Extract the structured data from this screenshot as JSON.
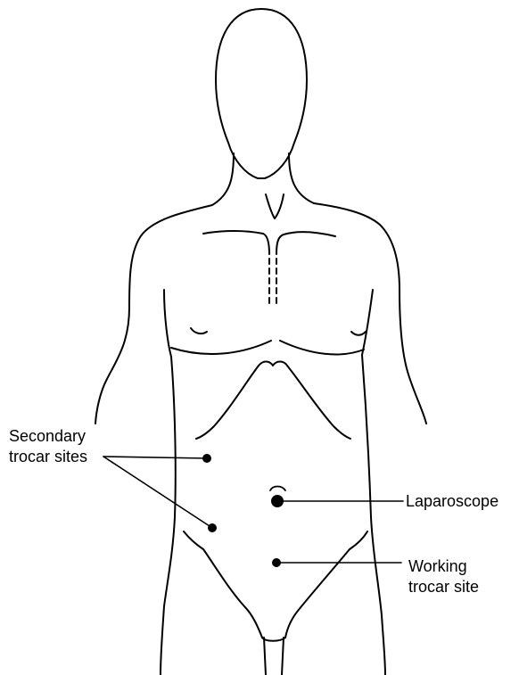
{
  "labels": {
    "secondary_line1": "Secondary",
    "secondary_line2": "trocar sites",
    "laparoscope": "Laparoscope",
    "working_line1": "Working",
    "working_line2": "trocar site"
  },
  "colors": {
    "ink": "#000000",
    "background": "#ffffff"
  }
}
